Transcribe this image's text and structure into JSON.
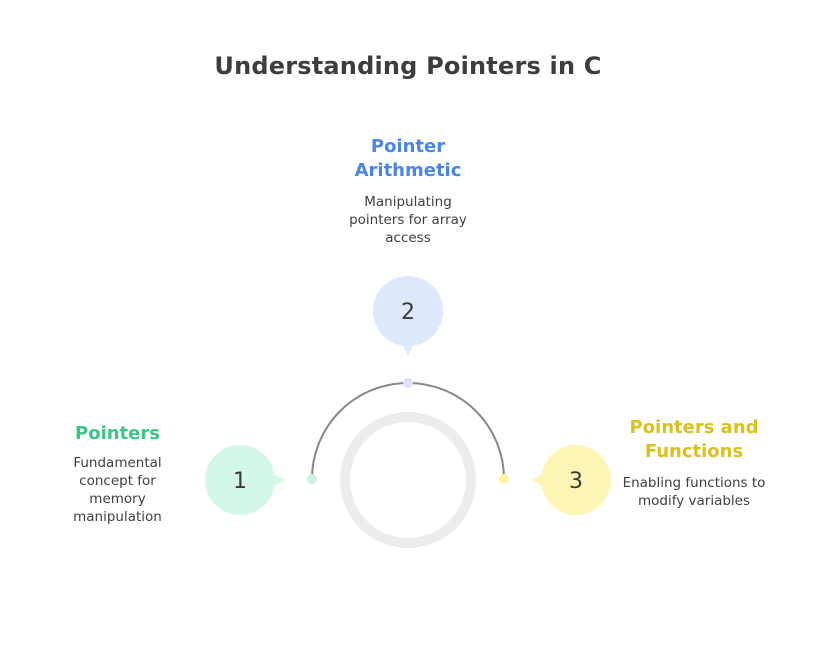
{
  "title": "Understanding Pointers in C",
  "steps": [
    {
      "number": "1",
      "heading": "Pointers",
      "description": "Fundamental concept for memory manipulation",
      "color": "#3cc587",
      "bubble_color": "#d3f8e6"
    },
    {
      "number": "2",
      "heading": "Pointer Arithmetic",
      "description": "Manipulating pointers for array access",
      "color": "#4a86e8",
      "bubble_color": "#dde8fb"
    },
    {
      "number": "3",
      "heading": "Pointers and Functions",
      "description": "Enabling functions to modify variables",
      "color": "#d9c21a",
      "bubble_color": "#fdf5b6"
    }
  ],
  "colors": {
    "arc": "#888888",
    "ring": "#ececec",
    "title": "#3d3d3d"
  }
}
